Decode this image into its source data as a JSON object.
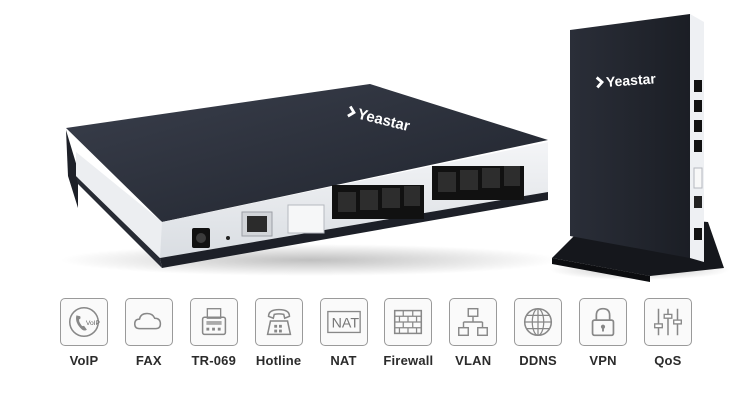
{
  "brand": {
    "name": "Yeastar",
    "colors": {
      "chassis": "#2b2f3a",
      "side_panel": "#e9ecef",
      "accent": "#1a1a1a"
    }
  },
  "features": [
    {
      "label": "VoIP",
      "icon": "voip-icon",
      "badge": "VoIP"
    },
    {
      "label": "FAX",
      "icon": "cloud-fax-icon"
    },
    {
      "label": "TR-069",
      "icon": "fax-machine-icon"
    },
    {
      "label": "Hotline",
      "icon": "telephone-icon"
    },
    {
      "label": "NAT",
      "icon": "nat-icon",
      "badge": "NAT"
    },
    {
      "label": "Firewall",
      "icon": "brick-wall-icon"
    },
    {
      "label": "VLAN",
      "icon": "network-tree-icon"
    },
    {
      "label": "DDNS",
      "icon": "globe-icon"
    },
    {
      "label": "VPN",
      "icon": "padlock-icon"
    },
    {
      "label": "QoS",
      "icon": "sliders-icon"
    }
  ]
}
